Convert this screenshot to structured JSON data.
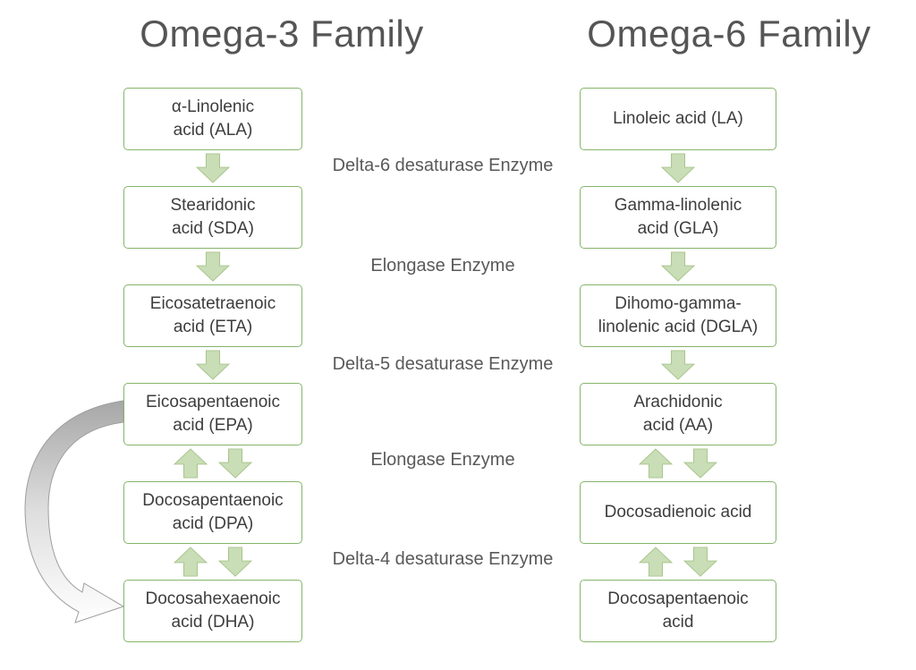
{
  "diagram": {
    "left": {
      "title": "Omega-3 Family",
      "nodes": [
        "α-Linolenic\nacid (ALA)",
        "Stearidonic\nacid (SDA)",
        "Eicosatetraenoic\nacid (ETA)",
        "Eicosapentaenoic\nacid (EPA)",
        "Docosapentaenoic\nacid (DPA)",
        "Docosahexaenoic\nacid (DHA)"
      ]
    },
    "right": {
      "title": "Omega-6 Family",
      "nodes": [
        "Linoleic acid (LA)",
        "Gamma-linolenic\nacid (GLA)",
        "Dihomo-gamma-\nlinolenic acid (DGLA)",
        "Arachidonic\nacid (AA)",
        "Docosadienoic acid",
        "Docosapentaenoic\nacid"
      ]
    },
    "enzymes": [
      "Delta-6 desaturase Enzyme",
      "Elongase Enzyme",
      "Delta-5 desaturase Enzyme",
      "Elongase Enzyme",
      "Delta-4 desaturase Enzyme"
    ],
    "colors": {
      "box_border": "#84b56a",
      "arrow_fill": "#c9ddb6",
      "arrow_stroke": "#a6c48a",
      "node_text": "#3d3d3d",
      "heading_text": "#555555",
      "enzyme_text": "#595959",
      "bypass_arrow_gray": "#ababab"
    }
  }
}
